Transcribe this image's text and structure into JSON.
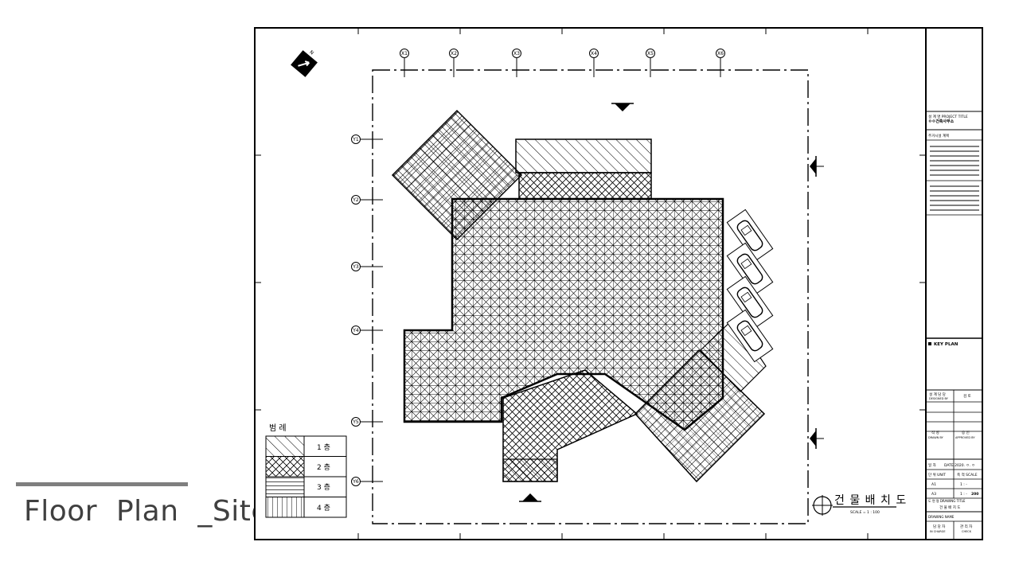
{
  "slide": {
    "caption": "Floor  Plan  _Site"
  },
  "drawing": {
    "title": "건 물 배 치 도",
    "scale_text": "SCALE = 1 : 100",
    "center_label": "",
    "grid_x_labels": [
      "X1",
      "X2",
      "X3",
      "X4",
      "X5",
      "X6"
    ],
    "grid_y_labels": [
      "Y1",
      "Y2",
      "Y3",
      "Y4",
      "Y5",
      "Y6"
    ],
    "legend": {
      "title": "범 례",
      "items": [
        {
          "label": "1 층",
          "pattern": "diag"
        },
        {
          "label": "2 층",
          "pattern": "xdiag"
        },
        {
          "label": "3 층",
          "pattern": "horiz"
        },
        {
          "label": "4 층",
          "pattern": "vert"
        }
      ]
    },
    "title_block": {
      "project_header": "설 계 명  PROJECT TITLE",
      "project_name": "ㅇㅇ건축사무소",
      "project_sub": "주거시설 계획",
      "key_plan": "KEY PLAN",
      "designed_label": "설 계 담 당",
      "designed_en": "DESIGNED BY",
      "checked_label": "검 토",
      "drawn_label": "작 성",
      "drawn_en": "DRAWN BY",
      "approved_label": "승 인",
      "approved_en": "APPROVED BY",
      "date_label": "일 자",
      "date_value": "DATE 2020. ㅇ. ㅇ",
      "unit_label": "단 위  UNIT",
      "scale_label": "축 척  SCALE",
      "a1_label": "A1",
      "a1_value": "1 : -",
      "a3_label": "A3",
      "a3_value": "1 : -",
      "sheet_no": "200",
      "drawing_title_label": "도 면 명  DRAWING TITLE",
      "drawing_title": "건 물 배 치 도",
      "file_label": "DRAWING NAME",
      "sign1_label": "담 당 자",
      "sign1_en": "IN CHARGE",
      "sign2_label": "관 리 자",
      "sign2_en": "CHECK"
    }
  }
}
